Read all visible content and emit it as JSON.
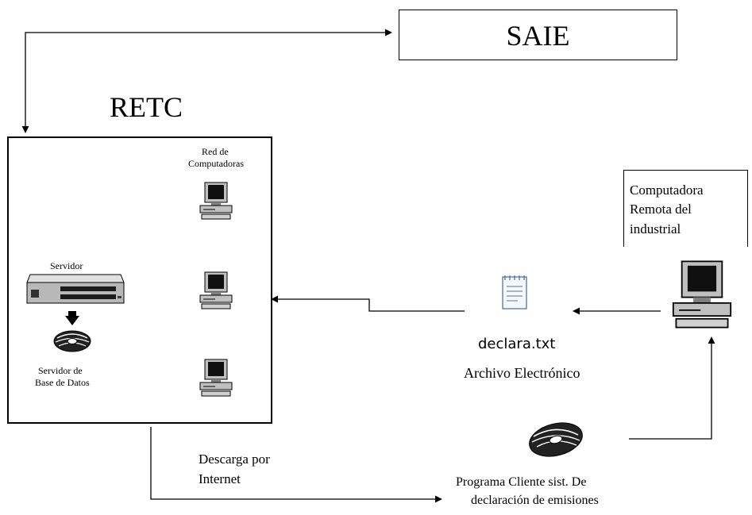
{
  "saie": {
    "label": "SAIE"
  },
  "retc": {
    "label": "RETC",
    "network_label_line1": "Red de",
    "network_label_line2": "Computadoras",
    "server_label": "Servidor",
    "db_label_line1": "Servidor de",
    "db_label_line2": "Base de Datos"
  },
  "remote": {
    "label_line1": "Computadora",
    "label_line2": "Remota del",
    "label_line3": "industrial"
  },
  "file": {
    "name": "declara.txt",
    "caption": "Archivo Electrónico"
  },
  "client": {
    "label_line1": "Programa Cliente sist.  De",
    "label_line2": "declaración de emisiones"
  },
  "download": {
    "label_line1": "Descarga por",
    "label_line2": "Internet"
  },
  "icons": {
    "server": "server-icon",
    "database": "database-disk-icon",
    "computer": "desktop-computer-icon",
    "document": "text-document-icon",
    "cd": "cd-disk-icon"
  }
}
